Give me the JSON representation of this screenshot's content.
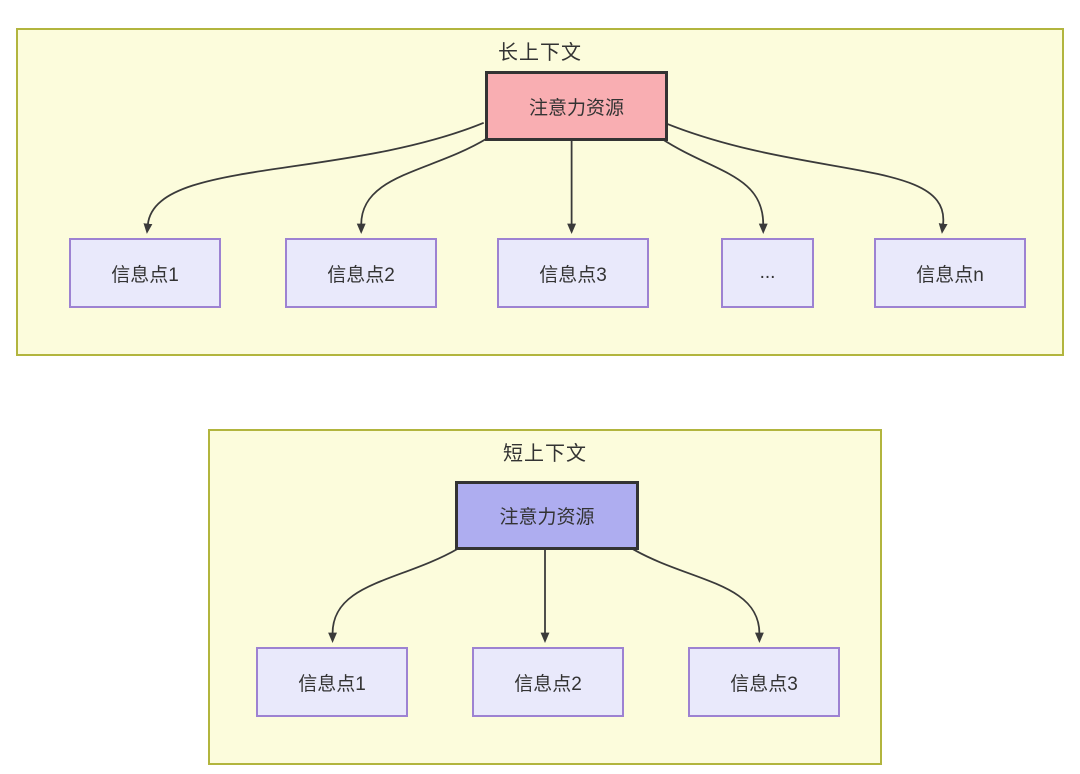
{
  "colors": {
    "page_bg": "#FFFFFF",
    "container_fill": "#FCFCDC",
    "container_border": "#B2B53E",
    "attention_long_fill": "#F9AEB2",
    "attention_short_fill": "#AEADF0",
    "attention_border": "#333333",
    "info_fill": "#E9E9FB",
    "info_border": "#9D82D2",
    "arrow": "#3A3A3A",
    "text": "#333333"
  },
  "long_context": {
    "title": "长上下文",
    "attention_label": "注意力资源",
    "info_nodes": [
      "信息点1",
      "信息点2",
      "信息点3",
      "...",
      "信息点n"
    ]
  },
  "short_context": {
    "title": "短上下文",
    "attention_label": "注意力资源",
    "info_nodes": [
      "信息点1",
      "信息点2",
      "信息点3"
    ]
  }
}
